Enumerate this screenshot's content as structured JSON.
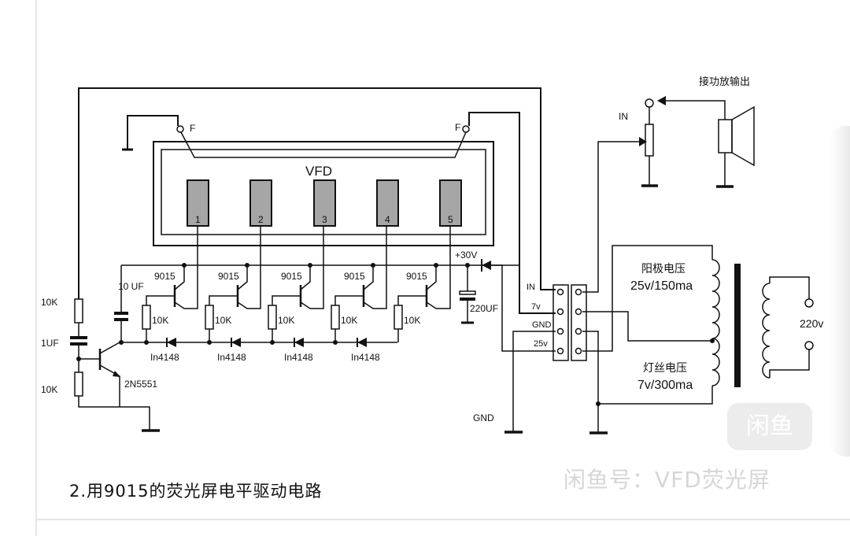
{
  "vfd": {
    "title": "VFD",
    "filament_left": "F",
    "filament_right": "F",
    "grids": [
      "1",
      "2",
      "3",
      "4",
      "5"
    ]
  },
  "drivers": {
    "transistor": "9015",
    "resistor": "10K",
    "diode": "In4148"
  },
  "input_stage": {
    "r_top": "10K",
    "cap": "1UF",
    "r_bottom": "10K",
    "transistor": "2N5551",
    "cap_top": "10 UF"
  },
  "supply": {
    "plus30": "+30V",
    "cap": "220UF",
    "gnd": "GND"
  },
  "connector": {
    "in": "IN",
    "v7": "7v",
    "gnd": "GND",
    "v25": "25v"
  },
  "amp": {
    "title": "接功放输出",
    "in": "IN"
  },
  "transformer": {
    "anode_title": "阳极电压",
    "anode_value": "25v/150ma",
    "filament_title": "灯丝电压",
    "filament_value": "7v/300ma",
    "mains": "220v"
  },
  "caption": "2.用9015的荧光屏电平驱动电路",
  "watermark": {
    "text": "闲鱼号：VFD荧光屏",
    "logo": "闲鱼"
  }
}
